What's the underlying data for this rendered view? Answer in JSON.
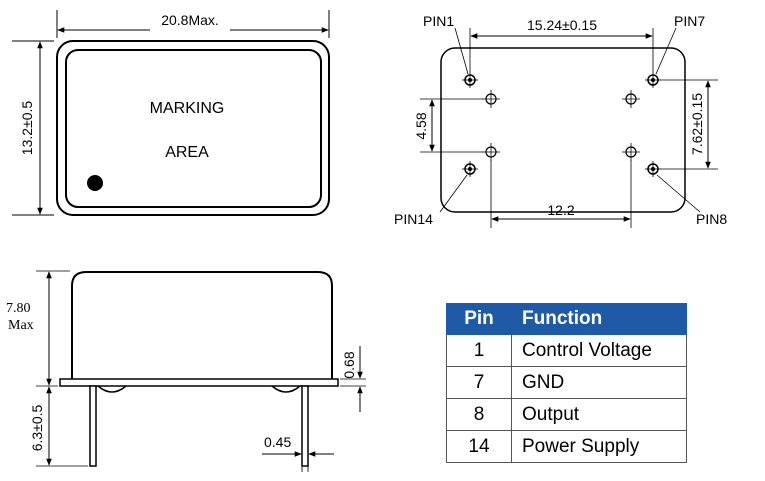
{
  "top_view": {
    "width_dim": "20.8Max.",
    "height_dim": "13.2±0.5",
    "marking_line1": "MARKING",
    "marking_line2": "AREA"
  },
  "pin_view": {
    "pin1": "PIN1",
    "pin7": "PIN7",
    "pin8": "PIN8",
    "pin14": "PIN14",
    "top_spacing": "15.24±0.15",
    "right_spacing": "7.62±0.15",
    "left_spacing": "4.58",
    "bottom_spacing": "12.2"
  },
  "side_view": {
    "height_line1": "7.80",
    "height_line2": "Max",
    "lead_length": "6.3±0.5",
    "base_thickness": "0.68",
    "lead_width": "0.45"
  },
  "pin_table": {
    "headers": [
      "Pin",
      "Function"
    ],
    "rows": [
      {
        "pin": "1",
        "function": "Control Voltage"
      },
      {
        "pin": "7",
        "function": "GND"
      },
      {
        "pin": "8",
        "function": "Output"
      },
      {
        "pin": "14",
        "function": "Power Supply"
      }
    ],
    "header_color": "#1f5aa6"
  }
}
